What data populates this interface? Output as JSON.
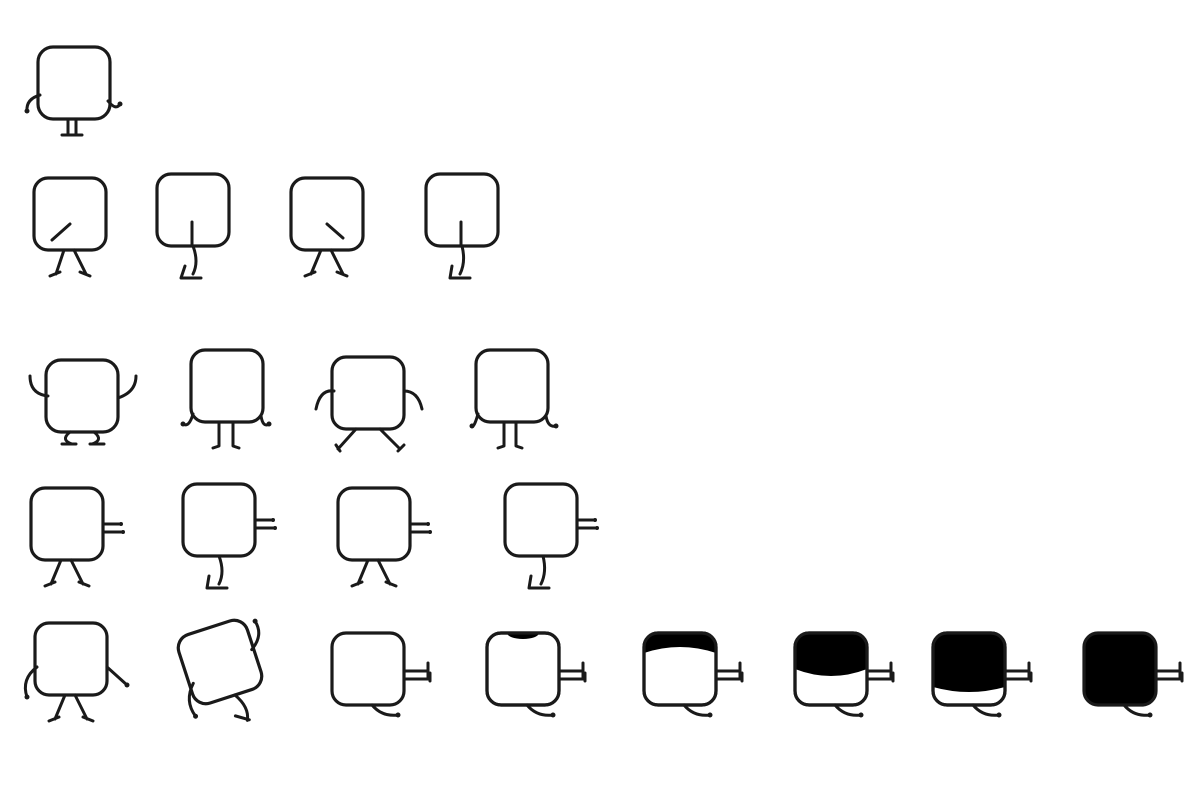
{
  "sprite_sheet": {
    "background": "#ffffff",
    "ink_color": "#1a1a1a",
    "fill_color": "#000000",
    "rows": [
      {
        "name": "idle",
        "frames": [
          "idle"
        ]
      },
      {
        "name": "walk",
        "frames": [
          "walk-open",
          "walk-step",
          "walk-open-mirror",
          "walk-step"
        ]
      },
      {
        "name": "wave-dance",
        "frames": [
          "arms-up-crouch",
          "arms-down-stand",
          "arms-mid-split",
          "arms-down-stand"
        ]
      },
      {
        "name": "walk-pointing",
        "frames": [
          "walk-open",
          "walk-step",
          "walk-open",
          "walk-step"
        ]
      },
      {
        "name": "fall-and-fill",
        "frames": [
          "stand-arms-out",
          "tumble",
          "sit",
          "sit",
          "sit",
          "sit",
          "sit",
          "sit"
        ],
        "fill_levels": [
          0,
          0,
          0,
          0.08,
          0.35,
          0.55,
          0.75,
          1
        ]
      }
    ]
  }
}
